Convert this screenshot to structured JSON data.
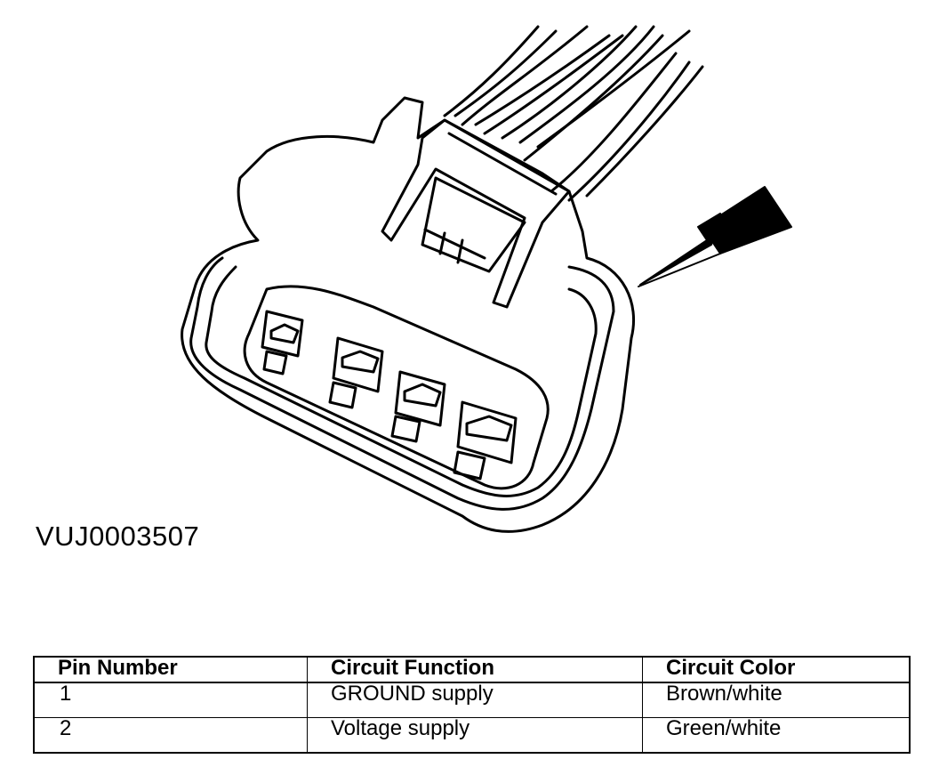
{
  "figure": {
    "code": "VUJ0003507"
  },
  "table": {
    "headers": [
      "Pin Number",
      "Circuit Function",
      "Circuit Color"
    ],
    "rows": [
      [
        "1",
        "GROUND supply",
        "Brown/white"
      ],
      [
        "2",
        "Voltage supply",
        "Green/white"
      ]
    ]
  }
}
